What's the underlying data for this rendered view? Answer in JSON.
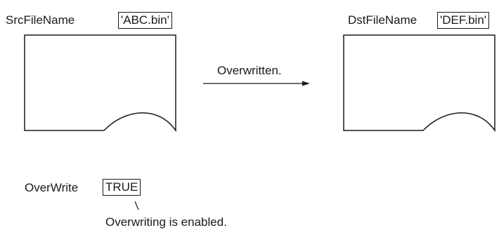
{
  "source": {
    "label": "SrcFileName",
    "value": "'ABC.bin'"
  },
  "destination": {
    "label": "DstFileName",
    "value": "'DEF.bin'"
  },
  "arrow_label": "Overwritten.",
  "overwrite": {
    "label": "OverWrite",
    "value": "TRUE",
    "note": "Overwriting is enabled."
  }
}
